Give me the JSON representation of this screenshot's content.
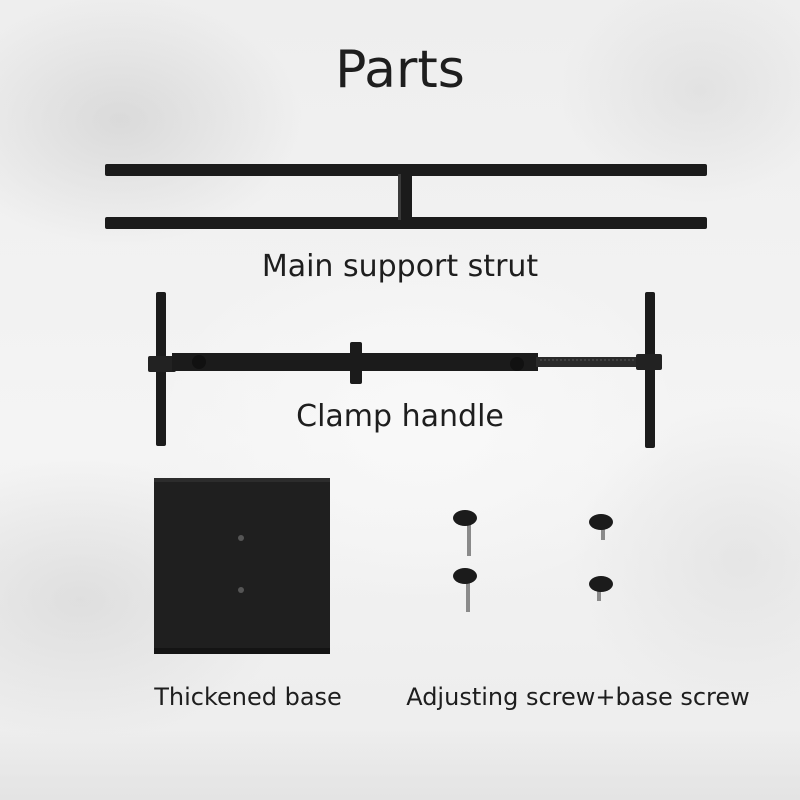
{
  "title": "Parts",
  "parts": [
    {
      "label": "Main support strut"
    },
    {
      "label": "Clamp handle"
    },
    {
      "label": "Thickened base"
    },
    {
      "label": "Adjusting screw+base screw"
    }
  ],
  "colors": {
    "metal": "#1b1b1b",
    "text": "#1e1e1e",
    "background": "#f1f1f1"
  }
}
